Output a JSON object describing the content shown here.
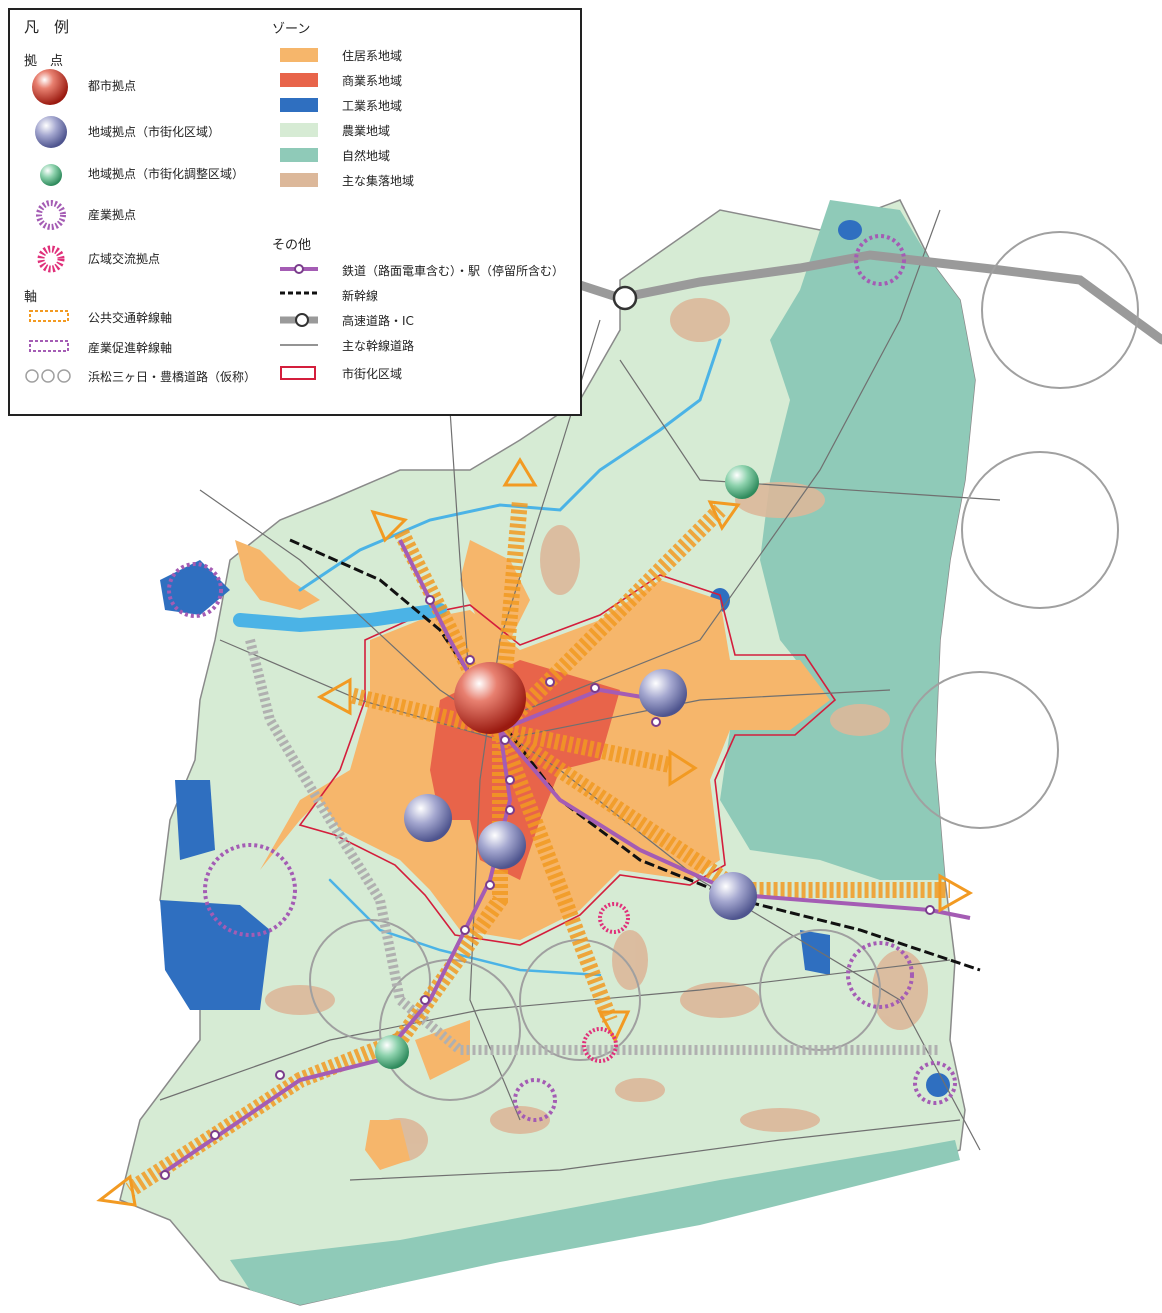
{
  "legend": {
    "title": "凡　例",
    "nodes": {
      "heading": "拠　点",
      "urban_center": "都市拠点",
      "regional_center_urban": "地域拠点（市街化区域）",
      "regional_center_control": "地域拠点（市街化調整区域）",
      "industrial_center": "産業拠点",
      "wide_exchange_center": "広域交流拠点"
    },
    "axes": {
      "heading": "軸",
      "public_transit_axis": "公共交通幹線軸",
      "industry_promotion_axis": "産業促進幹線軸",
      "road_hamamatsu_toyohashi": "浜松三ヶ日・豊橋道路（仮称）"
    },
    "zones": {
      "heading": "ゾーン",
      "residential": "住居系地域",
      "commercial": "商業系地域",
      "industrial": "工業系地域",
      "agricultural": "農業地域",
      "natural": "自然地域",
      "villages": "主な集落地域"
    },
    "other": {
      "heading": "その他",
      "railway": "鉄道（路面電車含む）・駅（停留所含む）",
      "shinkansen": "新幹線",
      "expressway": "高速道路・IC",
      "main_road": "主な幹線道路",
      "urbanization_area": "市街化区域"
    }
  },
  "colors": {
    "residential": "#f6b66b",
    "commercial": "#e8644a",
    "industrial": "#2f6fc0",
    "agricultural": "#d6ebd4",
    "natural": "#8fcab8",
    "villages": "#dcb89a",
    "river": "#4bb3e6",
    "railway": "#a45cb4",
    "urban_boundary": "#d41e3c",
    "transit_axis": "#f29a22",
    "expressway": "#9a9a9a"
  }
}
